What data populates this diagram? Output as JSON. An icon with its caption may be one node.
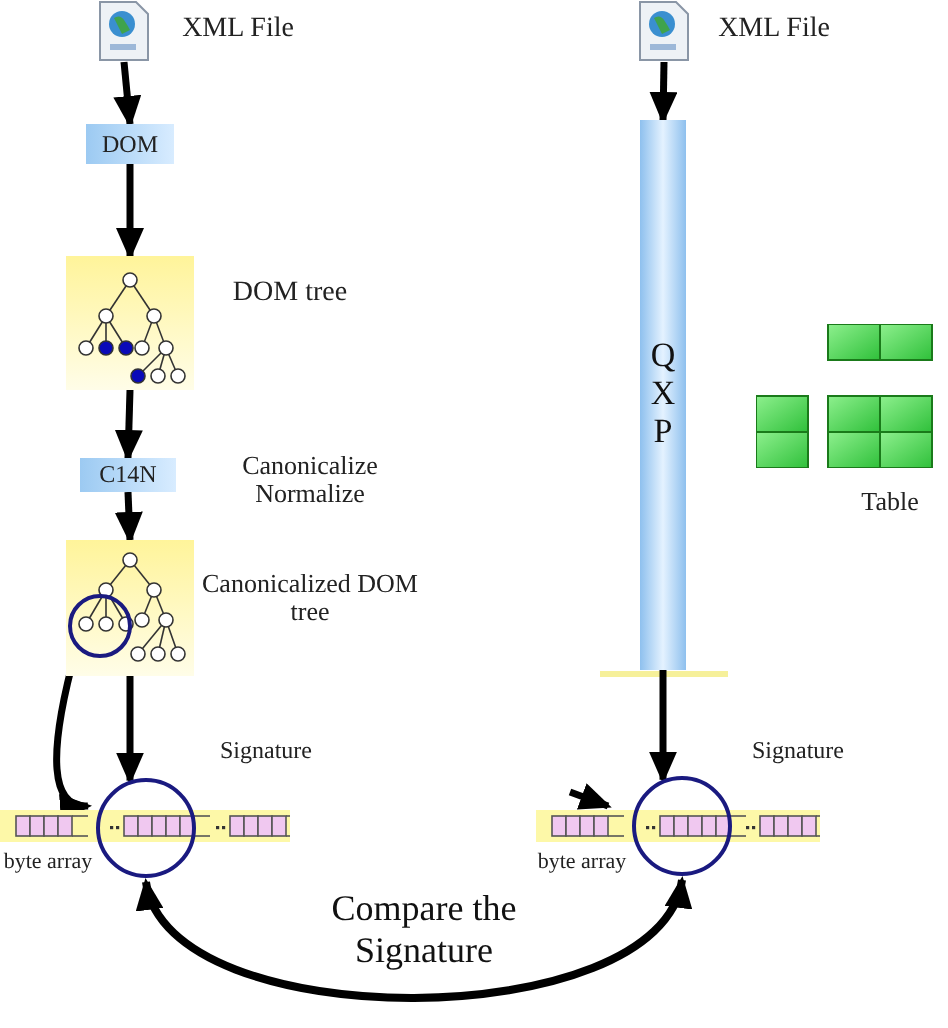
{
  "diagram": {
    "nodes": [
      {
        "text": [],
        "shape": "picture",
        "beside": [
          "XML File"
        ]
      },
      {
        "text": [
          "DOM"
        ]
      },
      {
        "text": [],
        "shape": "picture",
        "beside": [
          "DOM tree"
        ]
      },
      {
        "text": [
          "C14N"
        ],
        "beside": [
          "Canonicalize Normalize"
        ]
      },
      {
        "text": [],
        "shape": "picture",
        "beside": [
          "Canonicalized DOM tree"
        ]
      },
      {
        "text": [],
        "shape": "circle",
        "in": 4
      },
      {
        "text": [],
        "shape": "picture",
        "beside": [
          "byte array"
        ]
      },
      {
        "text": [],
        "shape": "circle",
        "beside": [
          "Signature"
        ]
      },
      {
        "text": [],
        "shape": "picture",
        "beside": [
          "XML File"
        ]
      },
      {
        "text": [
          "QXP"
        ]
      },
      {
        "text": [],
        "shape": "picture",
        "beside": [
          "Table"
        ]
      },
      {
        "text": [],
        "shape": "picture",
        "beside": [
          "byte array"
        ]
      },
      {
        "text": [],
        "shape": "circle",
        "beside": [
          "Signature"
        ]
      }
    ],
    "edges": [
      {
        "from": 0,
        "to": 1,
        "arrow": "to"
      },
      {
        "from": 1,
        "to": 2,
        "arrow": "to"
      },
      {
        "from": 2,
        "to": 3,
        "arrow": "to"
      },
      {
        "from": 3,
        "to": 4,
        "arrow": "to"
      },
      {
        "from": 4,
        "to": 7,
        "arrow": "to"
      },
      {
        "from": 5,
        "to": 6,
        "arrow": "to"
      },
      {
        "from": 8,
        "to": 9,
        "arrow": "to"
      },
      {
        "from": 9,
        "to": 12,
        "arrow": "to"
      },
      {
        "from": null,
        "to": 11,
        "arrow": "to"
      },
      {
        "from": 7,
        "to": 12,
        "arrow": "both",
        "label": "Compare the Signature"
      }
    ]
  }
}
